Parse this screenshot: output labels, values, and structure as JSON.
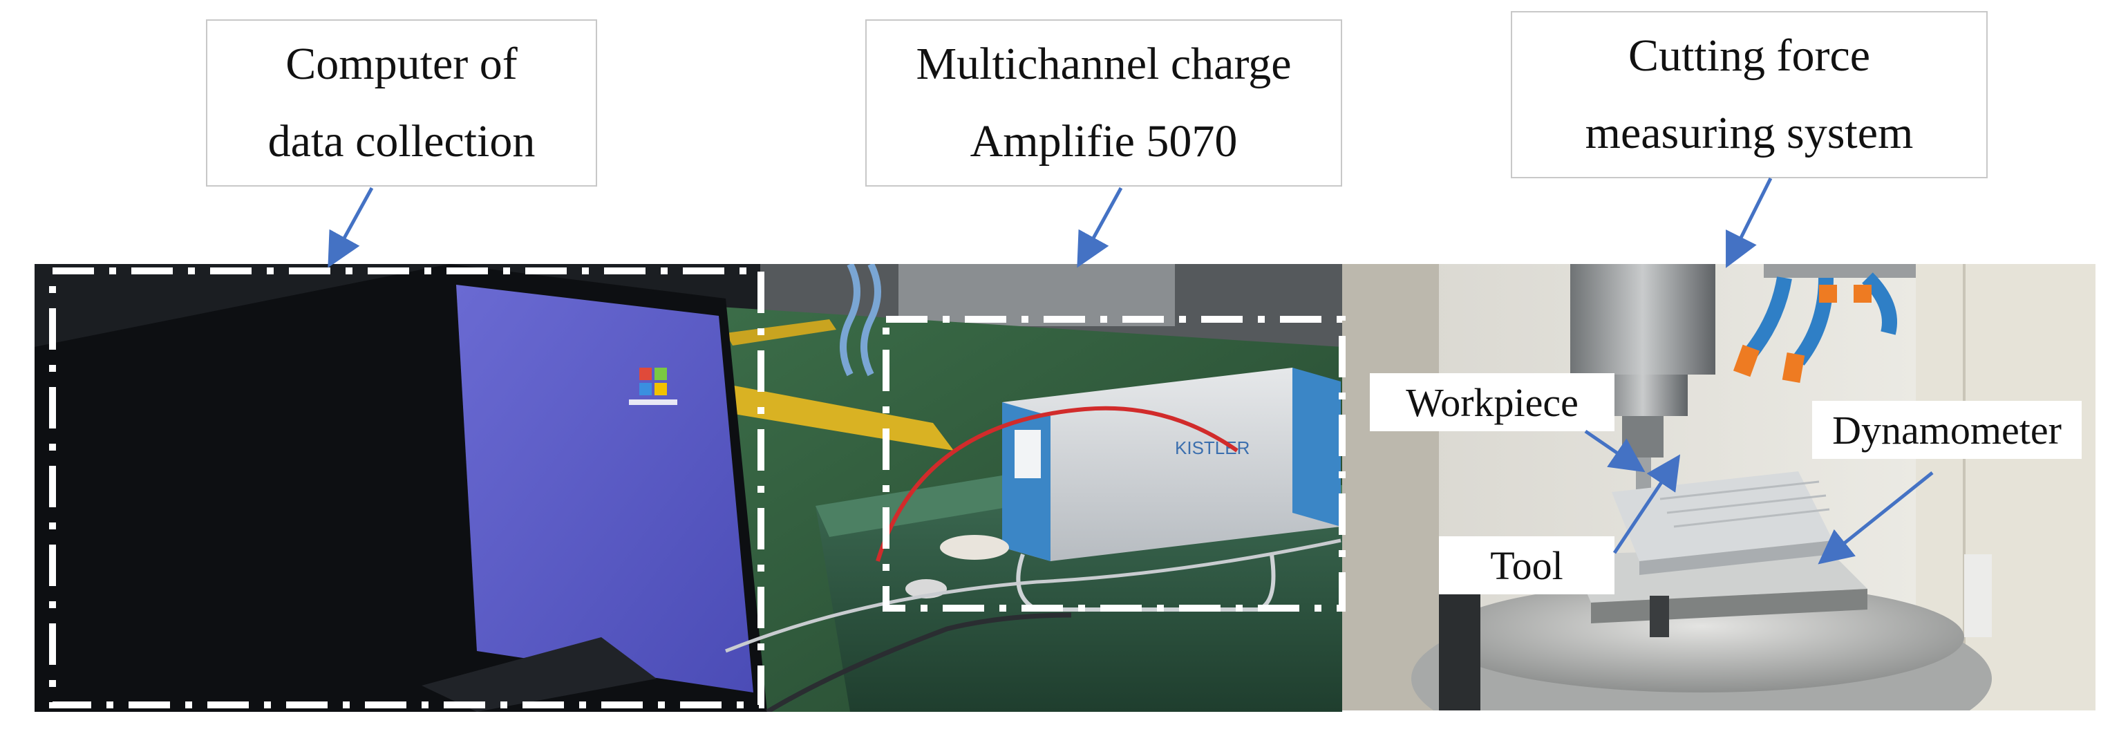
{
  "labels": {
    "computer": {
      "line1": "Computer of",
      "line2": "data collection"
    },
    "amplifier": {
      "line1": "Multichannel charge",
      "line2": "Amplifie 5070"
    },
    "measuring": {
      "line1": "Cutting force",
      "line2": "measuring system"
    }
  },
  "callouts": {
    "workpiece": "Workpiece",
    "dynamometer": "Dynamometer",
    "tool": "Tool"
  },
  "photo_text": {
    "brand_on_amplifier": "KISTLER",
    "brand_on_screen": "Windows"
  },
  "colors": {
    "arrow": "#4472c4",
    "screen": "#5a5bc4",
    "amplifier_blue": "#3b86c6",
    "floor_green": "#2f5a3c",
    "stripe_yellow": "#d9b223",
    "coolant_orange": "#ee7b22",
    "coolant_blue": "#2f7fc6"
  }
}
